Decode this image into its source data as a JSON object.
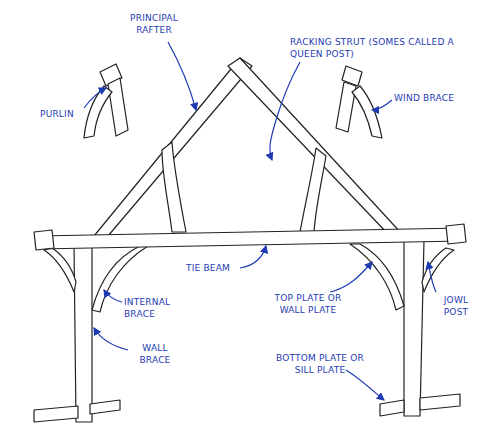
{
  "diagram": {
    "labels": [
      "PRINCIPAL RAFTER",
      "PURLIN",
      "RACKING STRUT (SOMES CALLED A QUEEN POST)",
      "WIND BRACE",
      "TIE BEAM",
      "TOP PLATE OR WALL PLATE",
      "JOWL POST",
      "INTERNAL BRACE",
      "WALL BRACE",
      "BOTTOM PLATE OR SILL PLATE"
    ]
  }
}
